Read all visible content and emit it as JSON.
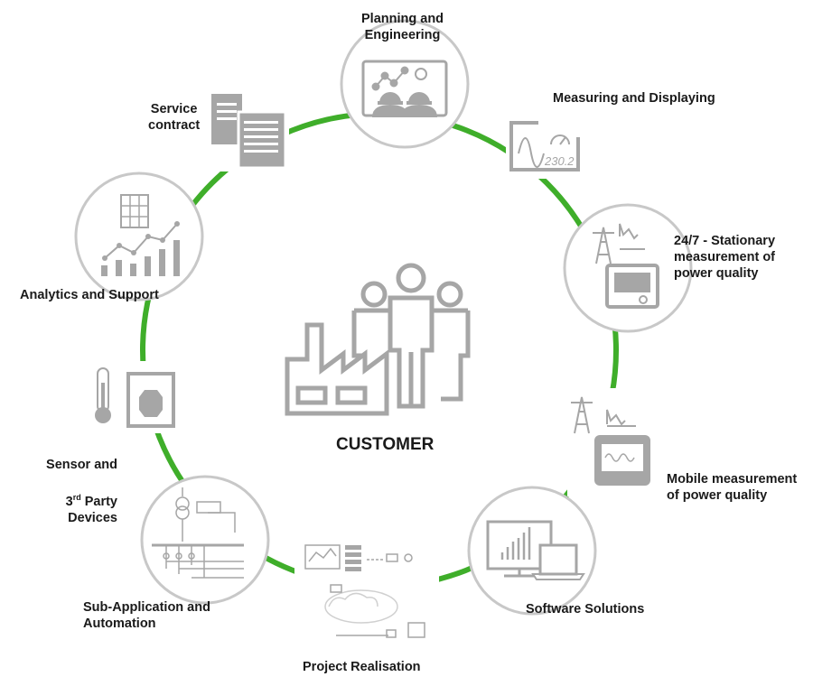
{
  "center": {
    "label": "CUSTOMER"
  },
  "nodes": {
    "planning": "Planning and\nEngineering",
    "measuring": "Measuring and Displaying",
    "stationary": "24/7 - Stationary\nmeasurement of\npower quality",
    "mobile": "Mobile measurement\nof power quality",
    "software": "Software Solutions",
    "project": "Project Realisation",
    "subapp": "Sub-Application and\nAutomation",
    "sensor_line1": "Sensor and",
    "sensor_line2_prefix": "3",
    "sensor_line2_sup": "rd",
    "sensor_line2_suffix": " Party Devices",
    "analytics": "Analytics and Support",
    "service": "Service\ncontract"
  },
  "display_value": "230.2",
  "colors": {
    "ring": "#3fae2a",
    "icon": "#a6a6a6",
    "circle_stroke": "#c8c8c8"
  }
}
